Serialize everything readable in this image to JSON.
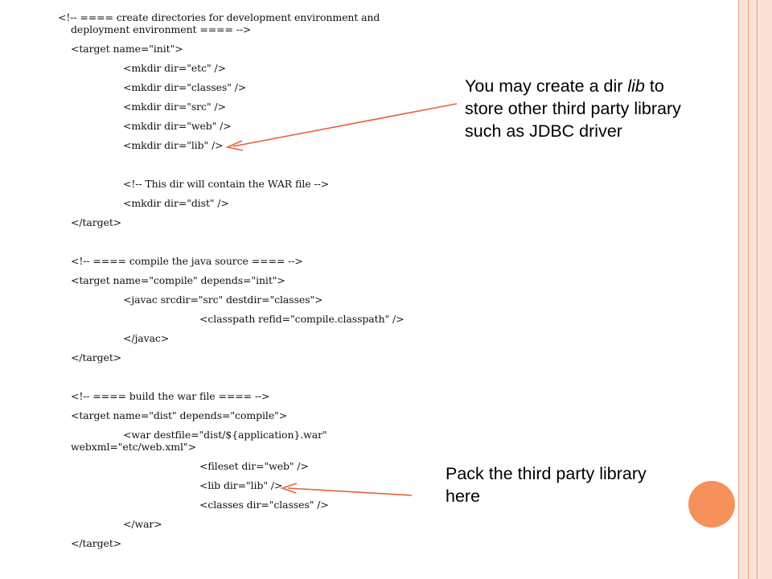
{
  "code": {
    "lines": [
      "<!-- ==== create directories for development environment and",
      "deployment environment ==== -->",
      "<target name=\"init\">",
      "<mkdir dir=\"etc\" />",
      "<mkdir dir=\"classes\" />",
      "<mkdir dir=\"src\" />",
      "<mkdir dir=\"web\" />",
      "<mkdir dir=\"lib\" />",
      "<!-- This dir will contain the WAR file -->",
      "<mkdir dir=\"dist\" />",
      "</target>",
      "<!-- ==== compile the java source ==== -->",
      "<target name=\"compile\" depends=\"init\">",
      "<javac srcdir=\"src\" destdir=\"classes\">",
      "<classpath refid=\"compile.classpath\" />",
      "</javac>",
      "</target>",
      "<!-- ==== build the war file ==== -->",
      "<target name=\"dist\" depends=\"compile\">",
      "<war destfile=\"dist/${application}.war\"",
      "webxml=\"etc/web.xml\">",
      "<fileset dir=\"web\" />",
      "<lib dir=\"lib\" />",
      "<classes dir=\"classes\" />",
      "</war>",
      "</target>"
    ]
  },
  "note1": {
    "line1_prefix": "You may create a dir ",
    "line1_italic": "lib",
    "line1_suffix": " to",
    "line2": "store other third party library",
    "line3": "such as JDBC driver"
  },
  "note2": {
    "line1": "Pack the third party library",
    "line2": "here"
  },
  "colors": {
    "arrow": "#e8603c",
    "accent_circle": "#f7915c",
    "side_band": "#fbe1d6"
  }
}
